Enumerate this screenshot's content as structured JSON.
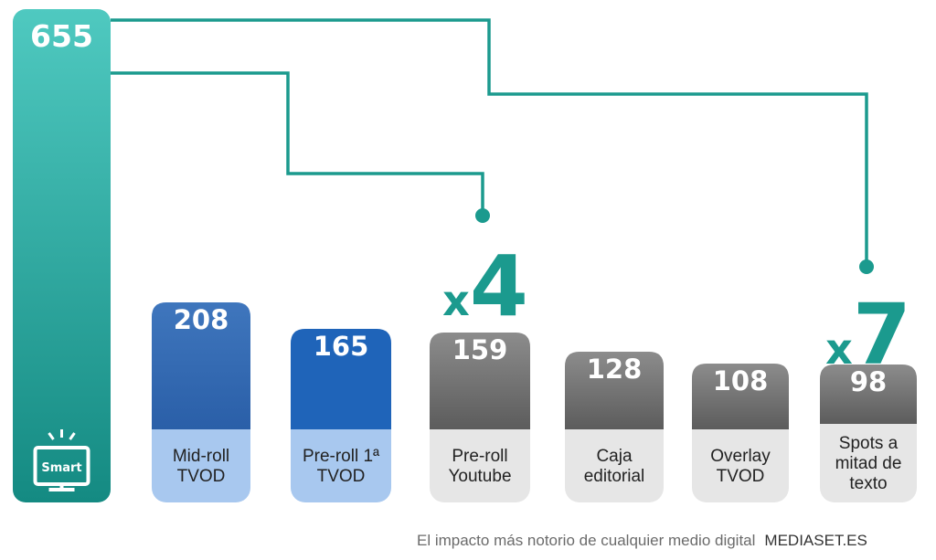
{
  "chart_data": {
    "type": "bar",
    "unit_note": "",
    "bars": [
      {
        "value": 655,
        "label": [
          "Smart"
        ],
        "style": "teal"
      },
      {
        "value": 208,
        "label": [
          "Mid-roll",
          "TVOD"
        ],
        "style": "blue1"
      },
      {
        "value": 165,
        "label": [
          "Pre-roll 1ª",
          "TVOD"
        ],
        "style": "blue2"
      },
      {
        "value": 159,
        "label": [
          "Pre-roll",
          "Youtube"
        ],
        "style": "gray"
      },
      {
        "value": 128,
        "label": [
          "Caja",
          "editorial"
        ],
        "style": "gray"
      },
      {
        "value": 108,
        "label": [
          "Overlay",
          "TVOD"
        ],
        "style": "gray"
      },
      {
        "value": 98,
        "label": [
          "Spots a",
          "mitad de",
          "texto"
        ],
        "style": "gray"
      }
    ],
    "annotations": [
      {
        "text": "x4",
        "from": 0,
        "to": 3
      },
      {
        "text": "x7",
        "from": 0,
        "to": 6
      }
    ],
    "colors": {
      "teal_top": "#4fc9c0",
      "teal_bottom": "#148a82",
      "blue1_top": "#3f76bd",
      "blue1_bottom": "#2a5fa8",
      "blue2": "#1f64b9",
      "gray_top": "#8a8a8a",
      "gray_bottom": "#5e5e5e",
      "label_blue": "#a8c8ef",
      "label_gray": "#e6e6e6",
      "accent": "#1b9a8e"
    }
  },
  "footer": {
    "tagline": "El impacto más notorio de cualquier medio digital",
    "source": "MEDIASET.ES"
  }
}
